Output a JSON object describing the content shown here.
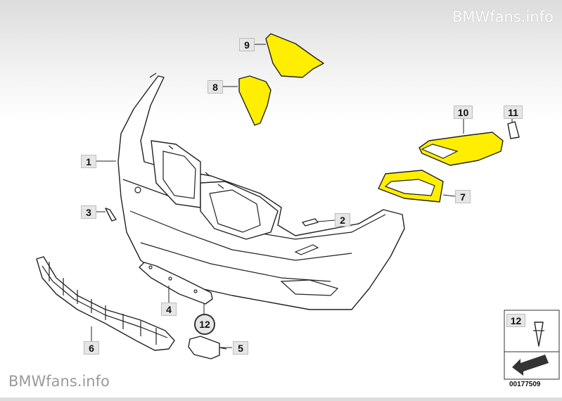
{
  "watermark_top": "BMWfans.info",
  "watermark_bottom": "BMWfans.info",
  "catalog_number": "00177509",
  "colors": {
    "highlight": "#ffee00",
    "callout_bg": "#e6e6e6",
    "outline": "#222222"
  },
  "callouts": {
    "p1": "1",
    "p2": "2",
    "p3": "3",
    "p4": "4",
    "p5": "5",
    "p6": "6",
    "p7": "7",
    "p8": "8",
    "p9": "9",
    "p10": "10",
    "p11": "11",
    "p12_circle": "12",
    "p12_box": "12"
  }
}
